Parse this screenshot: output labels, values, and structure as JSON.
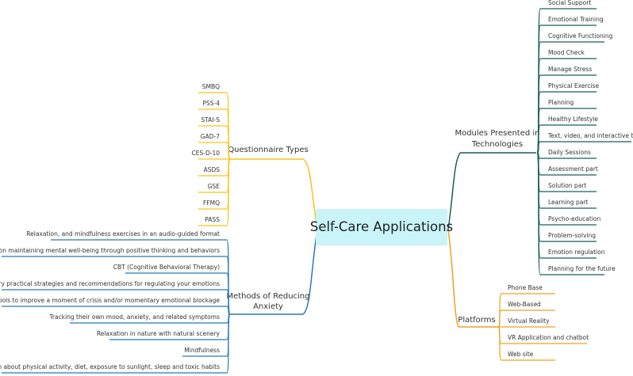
{
  "central": {
    "label": "Self-Care Applications",
    "fill": "#c9f4fa"
  },
  "branches": {
    "questionnaire": {
      "label": "Questionnaire Types",
      "color": "#f5c518",
      "label_color": "#2b78b6",
      "items": [
        "SMBQ",
        "PSS-4",
        "STAI-S",
        "GAD-7",
        "CES-D-10",
        "ASDS",
        "GSE",
        "FFMQ",
        "PASS"
      ]
    },
    "methods": {
      "label_line1": "Methods of Reducing",
      "label_line2": "Anxiety",
      "color": "#2b78b6",
      "label_color": "#2b78b6",
      "items": [
        "Relaxation, and mindfulness exercises in an audio-guided format",
        "Education on maintaining mental well-being through positive thinking and behaviors",
        "CBT (Cognitive Behavioral Therapy)",
        "A set of very practical strategies and recommendations for regulating your emotions",
        "Tips and tools to improve a moment of crisis and/or momentary emotional blockage",
        "Tracking their own mood, anxiety, and related symptoms",
        "Relaxation in nature with natural scenery",
        "Mindfulness",
        "Information about physical activity, diet, exposure to sunlight, sleep and toxic habits"
      ]
    },
    "modules": {
      "label_line1": "Modules Presented in",
      "label_line2": "Technologies",
      "color": "#1a5e5a",
      "label_color": "#2b78b6",
      "items": [
        "Social Support",
        "Emotional Training",
        "Cognitive Functioning",
        "Mood Check",
        "Manage Stress",
        "Physical Exercise",
        "Planning",
        "Healthy Lifestyle",
        "Text, video, and interactive tools",
        "Daily Sessions",
        "Assessment part",
        "Solution part",
        "Learning part",
        "Psycho-education",
        "Problem-solving",
        "Emotion regulation",
        "Planning for the future"
      ]
    },
    "platforms": {
      "label": "Platforms",
      "color": "#f0a020",
      "label_color": "#2b78b6",
      "items": [
        "Phone Base",
        "Web-Based",
        "Virtual Reality",
        "VR Application and chatbot",
        "Web site"
      ]
    }
  }
}
